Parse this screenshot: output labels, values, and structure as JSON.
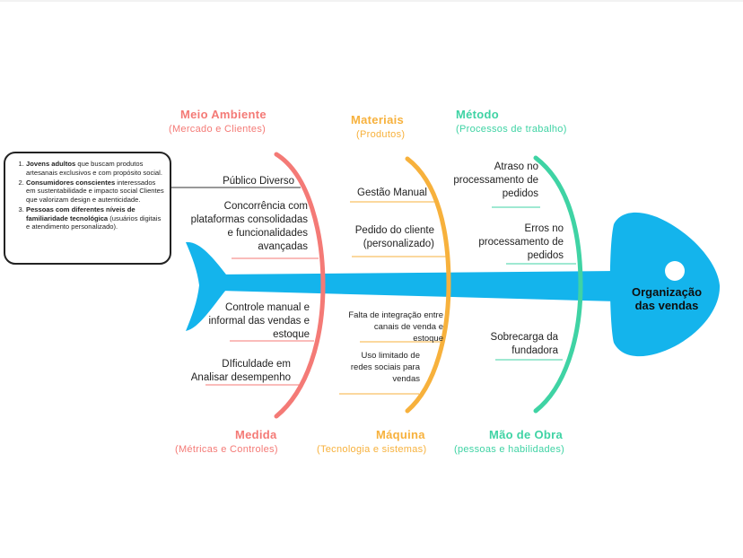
{
  "categories": {
    "meio_ambiente": {
      "title": "Meio Ambiente",
      "subtitle": "(Mercado e Clientes)"
    },
    "materiais": {
      "title": "Materiais",
      "subtitle": "(Produtos)"
    },
    "metodo": {
      "title": "Método",
      "subtitle": "(Processos de trabalho)"
    },
    "medida": {
      "title": "Medida",
      "subtitle": "(Métricas e Controles)"
    },
    "maquina": {
      "title": "Máquina",
      "subtitle": "(Tecnologia e sistemas)"
    },
    "mao_de_obra": {
      "title": "Mão de Obra",
      "subtitle": "(pessoas e habilidades)"
    }
  },
  "causes": {
    "publico_diverso": "Público Diverso",
    "concorrencia": "Concorrência com plataformas consolidadas e funcionalidades avançadas",
    "controle_manual": "Controle manual e informal das vendas e estoque",
    "dificuldade": "DIficuldade em Analisar desempenho",
    "gestao_manual": "Gestão Manual",
    "pedido_cliente": "Pedido do cliente (personalizado)",
    "falta_integracao": "Falta de integração entre canais de venda e estoque",
    "uso_limitado": "Uso limitado de redes sociais para vendas",
    "atraso": "Atraso no processamento de pedidos",
    "erros": "Erros no processamento de pedidos",
    "sobrecarga": "Sobrecarga da fundadora"
  },
  "head": {
    "label": "Organização das vendas"
  },
  "note": {
    "items": [
      {
        "num": "1.",
        "bold": "Jovens adultos",
        "text": " que buscam produtos artesanais exclusivos e com propósito social."
      },
      {
        "num": "2.",
        "bold": "Consumidores conscientes",
        "text": " interessados em sustentabilidade e impacto social Clientes que valorizam design e autenticidade."
      },
      {
        "num": "3.",
        "bold": "Pessoas com diferentes níveis de familiaridade tecnológica",
        "text": " (usuários digitais e atendimento personalizado)."
      }
    ]
  },
  "colors": {
    "fish": "#14b4ec",
    "red": "#f47a76",
    "orange": "#f7b13c",
    "green": "#3fd3a4"
  }
}
